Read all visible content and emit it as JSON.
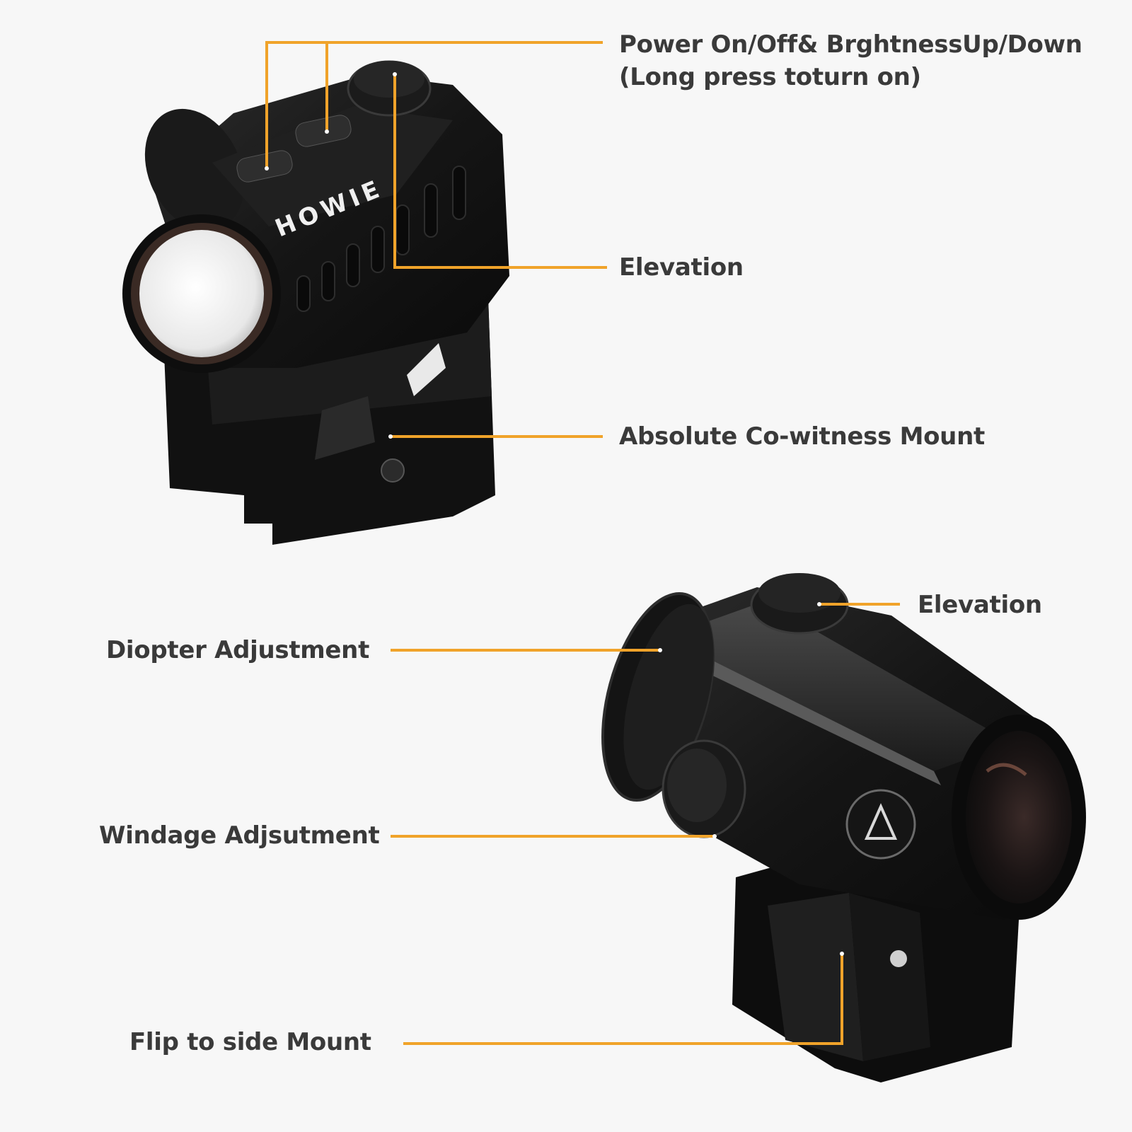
{
  "callouts": {
    "power": {
      "line1": "Power On/Off& BrghtnessUp/Down",
      "line2": "(Long press toturn on)"
    },
    "elevation_top": "Elevation",
    "absolute_mount": "Absolute Co-witness Mount",
    "elevation_bottom": "Elevation",
    "diopter": "Diopter Adjustment",
    "windage": "Windage Adjsutment",
    "flip_mount": "Flip to side Mount"
  },
  "products": {
    "red_dot_sight": {
      "brand_marking": "HOWIE"
    }
  },
  "colors": {
    "leader_line": "#f0a32a",
    "label_text": "#3a3a3a",
    "background": "#f7f7f7",
    "body": "#141414"
  }
}
